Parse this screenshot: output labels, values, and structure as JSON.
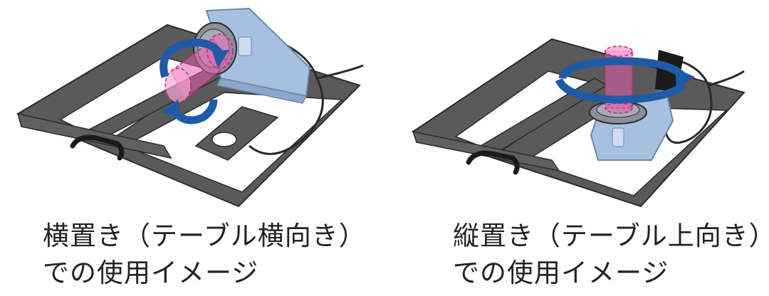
{
  "panels": [
    {
      "id": "horizontal",
      "caption_line1": "横置き（テーブル横向き）",
      "caption_line2": "での使用イメージ"
    },
    {
      "id": "vertical",
      "caption_line1": "縦置き（テーブル上向き）",
      "caption_line2": "での使用イメージ"
    }
  ],
  "colors": {
    "frame": "#5a5a5a",
    "frame_edge": "#2b2b2b",
    "housing": "#a8c0df",
    "housing_edge": "#6a86ab",
    "rotation_arrow": "#1f5aa6",
    "axis_cylinder": "#e85fae"
  }
}
